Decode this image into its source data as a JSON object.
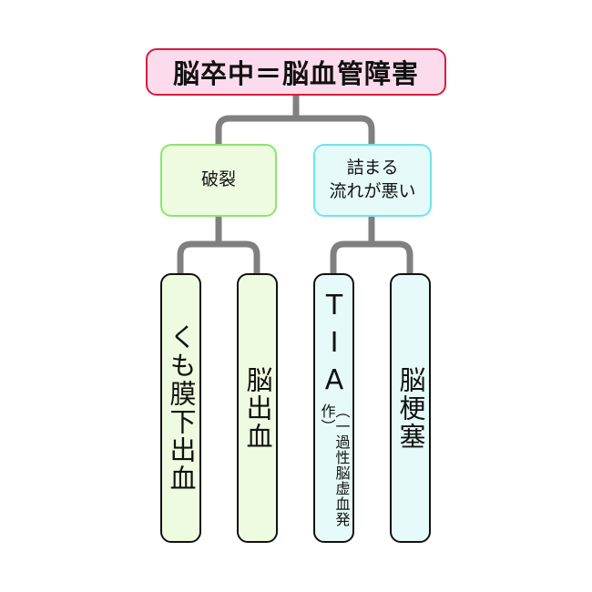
{
  "root": {
    "label": "脳卒中＝脳血管障害"
  },
  "branches": [
    {
      "label": "破裂"
    },
    {
      "line1": "詰まる",
      "line2": "流れが悪い"
    }
  ],
  "leaves": {
    "subarachnoid": "くも膜下出血",
    "intracerebral": "脳出血",
    "tia_abbr": "TIA",
    "tia_full": "（一過性脳虚血発作）",
    "infarction": "脳梗塞"
  },
  "colors": {
    "root_border": "#d81b3f",
    "root_fill": "#fcdcec",
    "green_border": "#86e86a",
    "green_fill": "#eefbe0",
    "cyan_border": "#6fe4ec",
    "cyan_fill": "#e6fafa",
    "connector": "#808080"
  }
}
